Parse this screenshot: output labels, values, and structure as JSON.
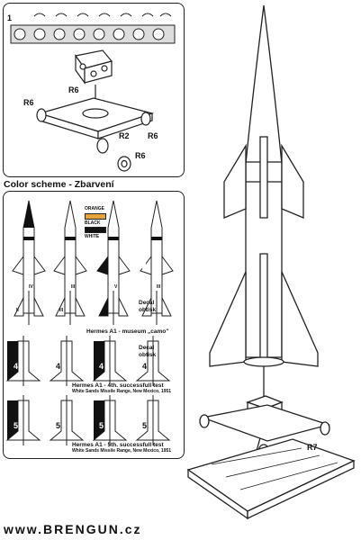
{
  "step_number": "1",
  "part_labels": {
    "r6_left_upper": "R6",
    "r6_left_lower": "R6",
    "r2": "R2",
    "r6_right": "R6",
    "r6_wheel": "R6",
    "r7": "R7"
  },
  "color_scheme": {
    "heading": "Color scheme - Zbarvení",
    "legend": [
      "ORANGE",
      "BLACK",
      "WHITE"
    ],
    "legend_colors": [
      "#e8a23a",
      "#111111",
      "#ffffff"
    ],
    "decal_note_1": "Decal",
    "decal_note_2": "obtisk",
    "decal_note_3": "Decal",
    "decal_note_4": "obtisk",
    "caption_museum": "Hermes A1 - museum „camo\"",
    "caption_4th": "Hermes A1 - 4th. successfull test",
    "caption_4th_sub": "White Sands Missile Range, New Mexico, 1951",
    "caption_5th": "Hermes A1 - 5th. successfull test",
    "caption_5th_sub": "White Sands Missile Range, New Mexico, 1951",
    "roman_row1": [
      "IV",
      "III",
      "V",
      "III"
    ],
    "roman_row1b": [
      "II",
      "III",
      "I",
      "I"
    ],
    "number_row2": [
      "4",
      "4",
      "4",
      "4"
    ],
    "number_row3": [
      "5",
      "5",
      "5",
      "5"
    ]
  },
  "footer": {
    "website": "www.BRENGUN.cz"
  }
}
